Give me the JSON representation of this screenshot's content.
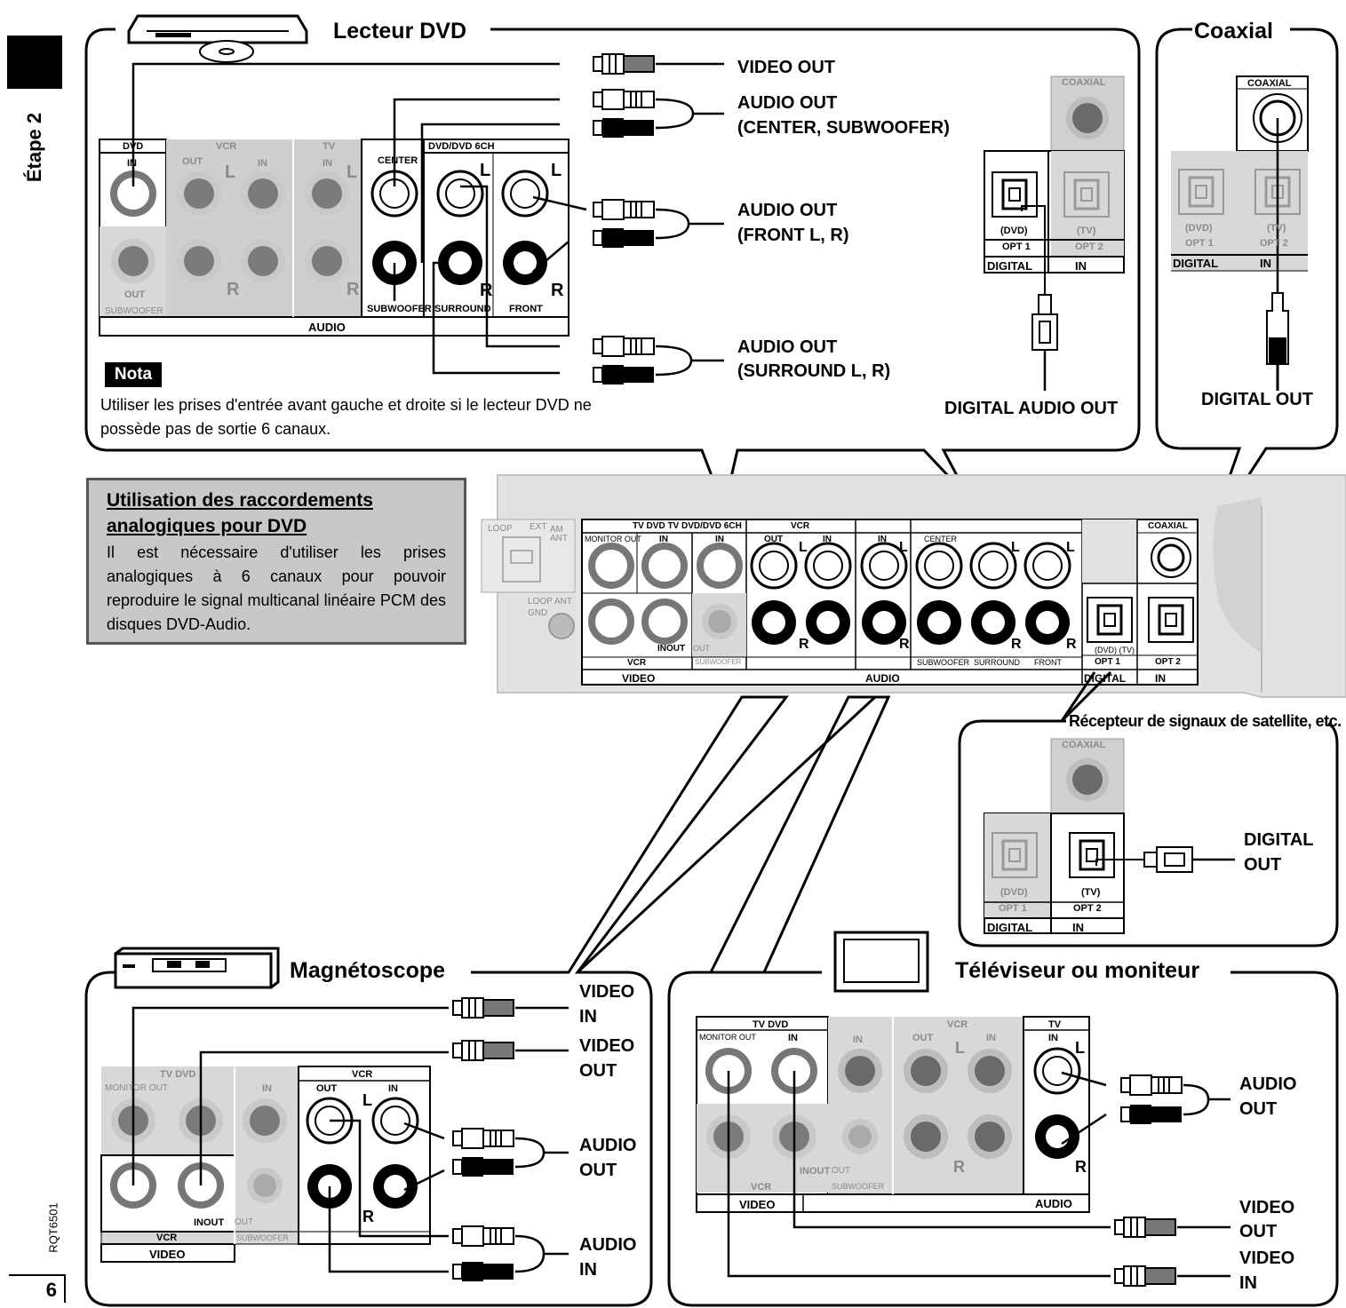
{
  "sidebar": {
    "step": "Étape 2",
    "doc_code": "RQT6501",
    "page_number": "6"
  },
  "dvd_section": {
    "title": "Lecteur DVD",
    "outputs": {
      "video_out": "VIDEO OUT",
      "audio_center_1": "AUDIO OUT",
      "audio_center_2": "(CENTER, SUBWOOFER)",
      "audio_front_1": "AUDIO OUT",
      "audio_front_2": "(FRONT L, R)",
      "audio_surround_1": "AUDIO OUT",
      "audio_surround_2": "(SURROUND L, R)",
      "digital_audio_out": "DIGITAL AUDIO OUT"
    },
    "panel_labels": {
      "dvd": "DVD",
      "in": "IN",
      "vcr": "VCR",
      "out": "OUT",
      "tv": "TV",
      "center": "CENTER",
      "dvd6ch": "DVD/DVD 6CH",
      "subwoofer": "SUBWOOFER",
      "surround": "SURROUND",
      "front": "FRONT",
      "audio": "AUDIO",
      "L": "L",
      "R": "R",
      "out_sub": "OUT",
      "coaxial": "COAXIAL",
      "opt_dvd": "(DVD)",
      "opt1": "OPT 1",
      "opt_tv": "(TV)",
      "opt2": "OPT 2",
      "digital": "DIGITAL",
      "digital_in": "IN"
    },
    "note_tag": "Nota",
    "note_text_1": "Utiliser les prises d'entrée avant gauche et droite si le lecteur DVD ne",
    "note_text_2": "possède pas de sortie 6 canaux."
  },
  "coaxial_section": {
    "title": "Coaxial",
    "output": "DIGITAL OUT"
  },
  "analog_box": {
    "title_1": "Utilisation des raccordements",
    "title_2": "analogiques pour DVD",
    "body": "Il est nécessaire d'utiliser les prises analogiques à 6 canaux pour pouvoir reproduire le signal multicanal linéaire PCM des disques DVD-Audio."
  },
  "main_panel": {
    "loop": "LOOP",
    "ext": "EXT",
    "am_ant": "AM ANT",
    "loop_ant": "LOOP ANT",
    "gnd": "GND",
    "header_tv_dvd": "TV  DVD  TV  DVD/DVD 6CH",
    "monitor_out": "MONITOR OUT",
    "vcr": "VCR",
    "inout": "INOUT",
    "video": "VIDEO",
    "audio": "AUDIO",
    "center": "CENTER",
    "subwoofer": "SUBWOOFER",
    "surround": "SURROUND",
    "front": "FRONT",
    "coaxial": "COAXIAL",
    "opt_dvd_tv": "(DVD) (TV)",
    "opt1": "OPT 1",
    "opt2": "OPT 2",
    "digital": "DIGITAL",
    "in": "IN"
  },
  "satellite_section": {
    "title": "Récepteur de signaux de satellite, etc.",
    "output_1": "DIGITAL",
    "output_2": "OUT"
  },
  "vcr_section": {
    "title": "Magnétoscope",
    "video_in_1": "VIDEO",
    "video_in_2": "IN",
    "video_out_1": "VIDEO",
    "video_out_2": "OUT",
    "audio_out_1": "AUDIO",
    "audio_out_2": "OUT",
    "audio_in_1": "AUDIO",
    "audio_in_2": "IN",
    "panel_tv_dvd": "TV DVD",
    "panel_vcr": "VCR",
    "panel_video": "VIDEO",
    "panel_inout": "INOUT"
  },
  "tv_section": {
    "title": "Téléviseur ou moniteur",
    "audio_out_1": "AUDIO",
    "audio_out_2": "OUT",
    "video_out_1": "VIDEO",
    "video_out_2": "OUT",
    "video_in_1": "VIDEO",
    "video_in_2": "IN",
    "panel_tv_dvd": "TV DVD",
    "panel_vcr": "VCR",
    "panel_tv": "TV",
    "panel_audio": "AUDIO",
    "panel_video": "VIDEO"
  }
}
